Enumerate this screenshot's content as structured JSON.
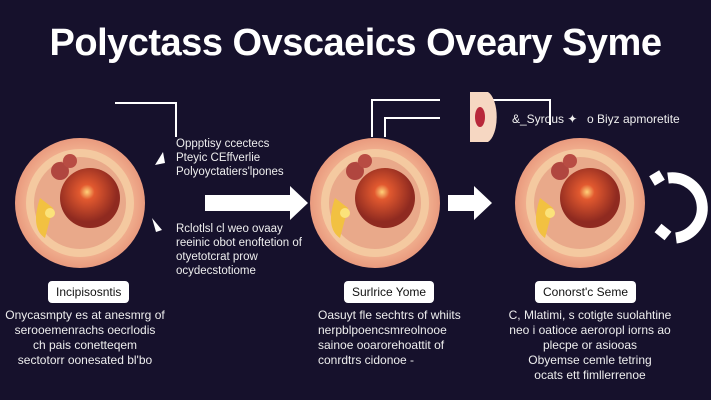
{
  "title": "Polyctass Ovscaeics Oveary Syme",
  "left_notes": {
    "top": [
      "Oppptisy ccectecs",
      "Pteyic CEffverlie",
      "Polyoyctatiers'lpones"
    ],
    "bottom": [
      "Rclotlsl cl weo ovaay",
      "reeinic obot enoftetion of",
      "otyetotcrat prow",
      "ocydecstotiome"
    ]
  },
  "top_labels": {
    "a": "&_Syrous ✦",
    "b": "o  Biyz apmoretite"
  },
  "stages": [
    {
      "label": "Incipisosntis",
      "desc": [
        "Onycasmpty es at anesmrg of",
        "serooemenrachs oecrlodis",
        "ch pais conetteqem",
        "sectotorr oonesated bl'bo"
      ]
    },
    {
      "label": "Surlrice Yome",
      "desc": [
        "Oasuyt fle sechtrs of whiits",
        "nerpblpoencsmreolnooe",
        "sainoe ooarorehoattit of",
        "conrdtrs cidonoe -"
      ]
    },
    {
      "label": "Conorst'c Seme",
      "desc": [
        "C, Mlatimi, s cotigte suolahtine",
        "neo i oatioce aeroropl iorns ao",
        "plecpe or asiooas",
        "Obyemse  cemle tetring",
        "ocats ett fimllerrenoe"
      ]
    }
  ]
}
